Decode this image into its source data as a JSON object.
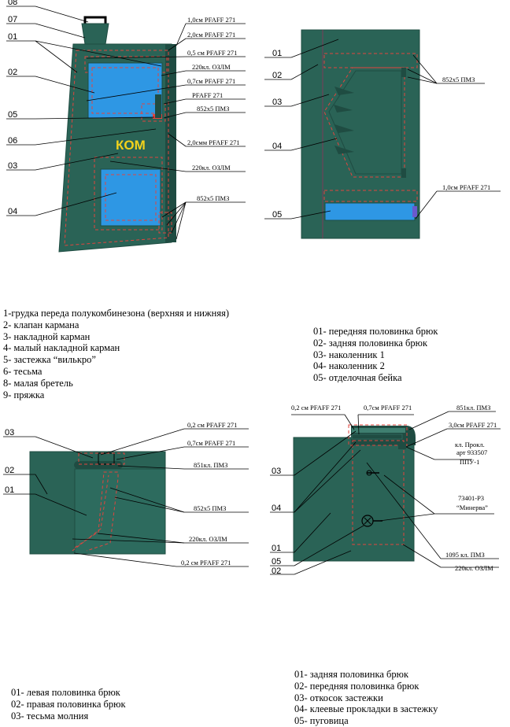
{
  "colors": {
    "cloth": "#2a6356",
    "cloth_dark": "#1f4c42",
    "pocket": "#2e97e4",
    "stitch": "#e0453f",
    "logo": "#f2d21c"
  },
  "fig1": {
    "logo": "КОМ",
    "parts": [
      "08",
      "07",
      "01",
      "02",
      "05",
      "06",
      "03",
      "04"
    ],
    "notes": [
      "1,0см PFAFF 271",
      "2,0см PFAFF 271",
      "0,5 см PFAFF 271",
      "220кл. ОЗЛМ",
      "0,7см PFAFF 271",
      "PFAFF 271",
      "852х5 ПМЗ",
      "2,0смм PFAFF 271",
      "220кл. ОЗЛМ",
      "852х5 ПМЗ"
    ]
  },
  "fig2": {
    "parts": [
      "01",
      "02",
      "03",
      "04",
      "05"
    ],
    "notes": [
      "852х5 ПМЗ",
      "1,0см PFAFF 271"
    ]
  },
  "fig3": {
    "parts": [
      "03",
      "02",
      "01"
    ],
    "notes": [
      "0,2 см PFAFF 271",
      "0,7см PFAFF 271",
      "851кл. ПМЗ",
      "852х5 ПМЗ",
      "220кл. ОЗЛМ",
      "0,2 см PFAFF 271"
    ]
  },
  "fig4": {
    "parts": [
      "03",
      "04",
      "01",
      "05",
      "02"
    ],
    "notes": [
      "0,2 см PFAFF 271",
      "0,7см PFAFF 271",
      "851кл. ПМЗ",
      "3,0см PFAFF 271",
      "кл. Прокл.",
      "арт 933507",
      "ППУ-1",
      "73401-Р3",
      "“Минерва”",
      "1095 кл. ПМЗ",
      "220кл. ОЗЛМ"
    ]
  },
  "legend1": [
    "1-грудка переда полукомбинезона (верхняя и нижняя)",
    "2- клапан кармана",
    "3- накладной карман",
    "4- малый накладной карман",
    "5- застежка “вилькро”",
    "6- тесьма",
    "8- малая бретель",
    "9- пряжка"
  ],
  "legend2": [
    "01- передняя половинка брюк",
    "02- задняя половинка брюк",
    "03- наколенник 1",
    "04- наколенник 2",
    "05- отделочная бейка"
  ],
  "legend3": [
    "01- левая половинка брюк",
    "02- правая половинка брюк",
    "03- тесьма молния"
  ],
  "legend4": [
    "01- задняя половинка брюк",
    "02- передняя половинка брюк",
    "03- откосок застежки",
    "04- клеевые прокладки в застежку",
    "05- пуговица"
  ]
}
